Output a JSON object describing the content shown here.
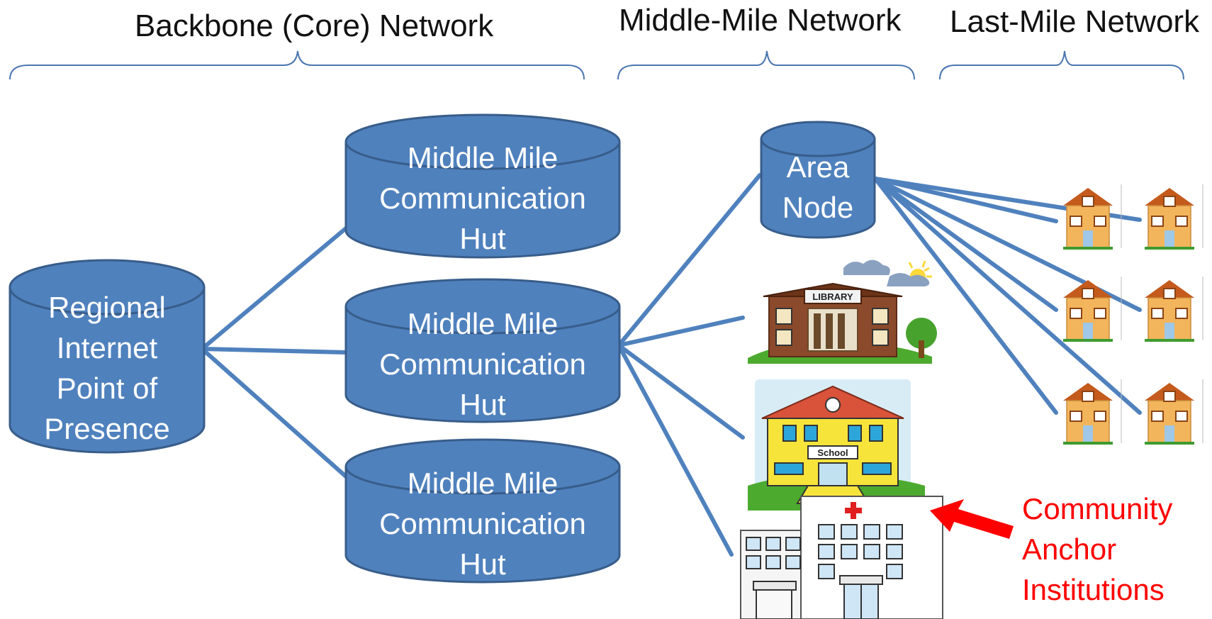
{
  "headers": {
    "backbone": "Backbone (Core) Network",
    "middle_mile": "Middle-Mile Network",
    "last_mile": "Last-Mile Network"
  },
  "nodes": {
    "pop": [
      "Regional",
      "Internet",
      "Point of",
      "Presence"
    ],
    "hut_top": [
      "Middle Mile",
      "Communication",
      "Hut"
    ],
    "hut_middle": [
      "Middle Mile",
      "Communication",
      "Hut"
    ],
    "hut_bottom": [
      "Middle Mile",
      "Communication",
      "Hut"
    ],
    "area_node": [
      "Area",
      "Node"
    ]
  },
  "institutions": {
    "library_sign": "LIBRARY",
    "school_sign": "School"
  },
  "annotation": [
    "Community",
    "Anchor",
    "Institutions"
  ],
  "colors": {
    "cylinder_fill": "#4f81bd",
    "cylinder_stroke": "#385d8a",
    "link": "#4f81bd",
    "annotation": "#ff0000",
    "house": "#f2b55c",
    "roof": "#d2691e"
  }
}
